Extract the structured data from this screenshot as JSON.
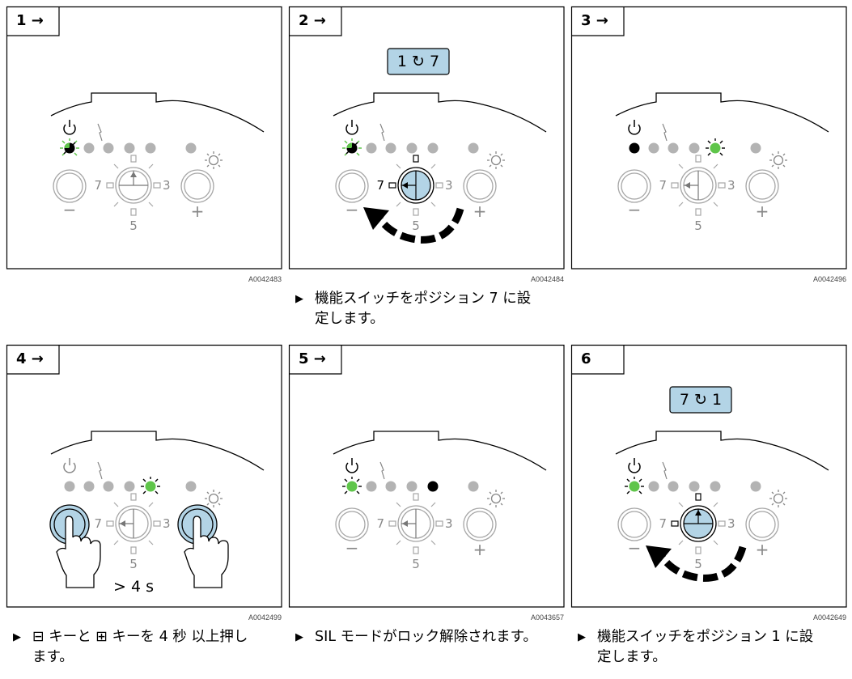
{
  "panels": [
    {
      "id": "1",
      "number": "1 →",
      "figure_code": "A0042483"
    },
    {
      "id": "2",
      "number": "2 →",
      "figure_code": "A0042484",
      "badge": "1 ↻ 7"
    },
    {
      "id": "3",
      "number": "3 →",
      "figure_code": "A0042496"
    },
    {
      "id": "4",
      "number": "4 →",
      "figure_code": "A0042499",
      "duration": "> 4 s"
    },
    {
      "id": "5",
      "number": "5 →",
      "figure_code": "A0043657"
    },
    {
      "id": "6",
      "number": "6",
      "figure_code": "A0042649",
      "badge": "7 ↻ 1"
    }
  ],
  "dial_labels": {
    "left": "7",
    "right": "3",
    "bottom": "5"
  },
  "key_labels": {
    "minus": "−",
    "plus": "+"
  },
  "captions": {
    "step2": "機能スイッチをポジション 7 に設定します。",
    "step4": "⊟ キーと ⊞ キーを 4 秒 以上押します。",
    "step5": "SIL モードがロック解除されます。",
    "step6": "機能スイッチをポジション 1 に設定します。"
  },
  "bullet": "▶",
  "colors": {
    "led_off": "#b3b3b3",
    "led_green": "#5fc54a",
    "led_black": "#000000",
    "highlight": "#b3d4e6",
    "outline_gray": "#a6a6a6"
  }
}
